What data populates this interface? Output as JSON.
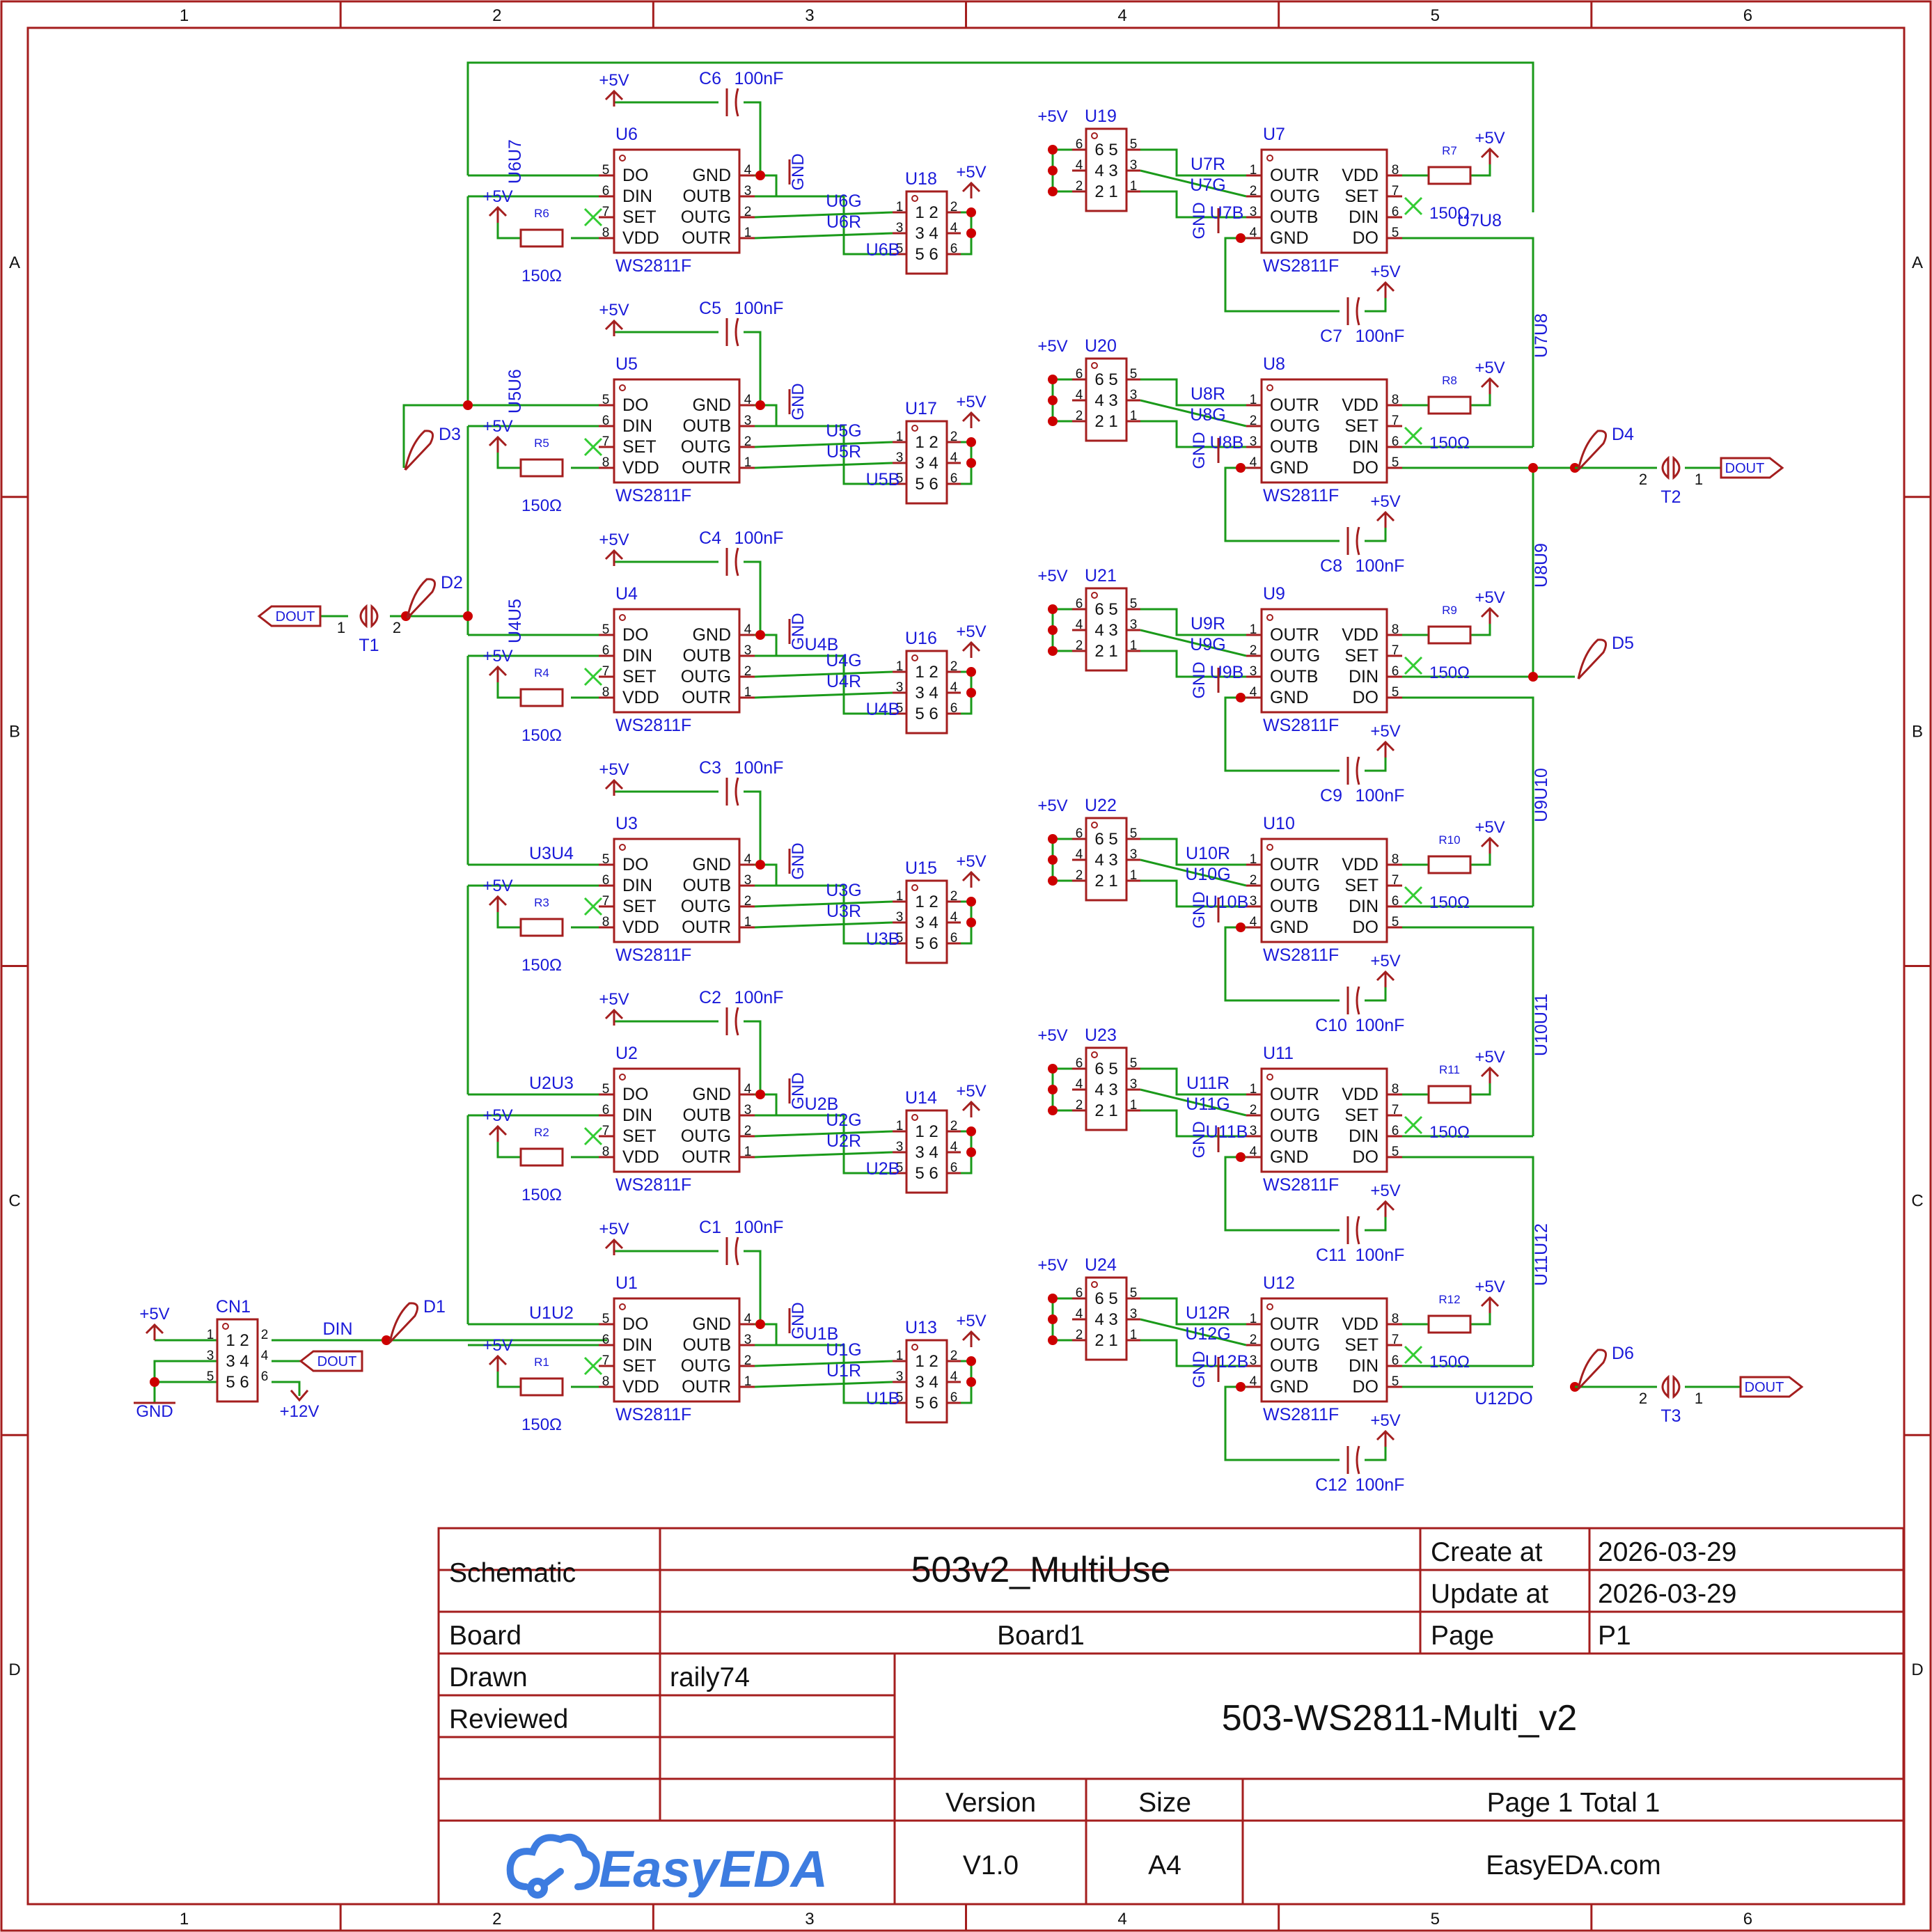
{
  "colors": {
    "border": "#a41e1e",
    "wire": "#1a9a1a",
    "net_label": "#1a1ad9",
    "text": "#111111",
    "junction": "#cc0000",
    "noconnect": "#33cc33",
    "logo": "#3d7ce0"
  },
  "frame": {
    "columns": [
      "1",
      "2",
      "3",
      "4",
      "5",
      "6"
    ],
    "rows": [
      "A",
      "B",
      "C",
      "D"
    ]
  },
  "ws_pins": {
    "left_names": [
      "DO",
      "DIN",
      "SET",
      "VDD"
    ],
    "left_nums": [
      "5",
      "6",
      "7",
      "8"
    ],
    "right_names": [
      "GND",
      "OUTB",
      "OUTG",
      "OUTR"
    ],
    "right_nums": [
      "4",
      "3",
      "2",
      "1"
    ]
  },
  "ws_pins_r": {
    "left_names": [
      "OUTR",
      "OUTG",
      "OUTB",
      "GND"
    ],
    "left_nums": [
      "1",
      "2",
      "3",
      "4"
    ],
    "right_names": [
      "VDD",
      "SET",
      "DIN",
      "DO"
    ],
    "right_nums": [
      "8",
      "7",
      "6",
      "5"
    ]
  },
  "hdr": {
    "left": [
      "1",
      "3",
      "5"
    ],
    "inner": [
      "1 2",
      "3 4",
      "5 6"
    ],
    "right": [
      "2",
      "4",
      "6"
    ]
  },
  "hdr_r": {
    "left": [
      "6",
      "4",
      "2"
    ],
    "inner": [
      "6 5",
      "4 3",
      "2 1"
    ],
    "right": [
      "5",
      "3",
      "1"
    ]
  },
  "labels": {
    "vcc": "+5V",
    "gnd": "GND",
    "v12": "+12V",
    "res": "150Ω",
    "cap": "100nF",
    "chip": "WS2811F",
    "dout": "DOUT",
    "din": "DIN"
  },
  "left_chips": [
    {
      "ref": "U6",
      "cap": "C6",
      "res": "R6",
      "hdr": "U18",
      "nets": [
        "U6G",
        "U6R",
        "U6B"
      ],
      "link": "U6U7",
      "b_note": ""
    },
    {
      "ref": "U5",
      "cap": "C5",
      "res": "R5",
      "hdr": "U17",
      "nets": [
        "U5G",
        "U5R",
        "U5B"
      ],
      "link": "U5U6",
      "b_note": ""
    },
    {
      "ref": "U4",
      "cap": "C4",
      "res": "R4",
      "hdr": "U16",
      "nets": [
        "U4G",
        "U4R",
        "U4B"
      ],
      "link": "U4U5",
      "b_note": "U4B"
    },
    {
      "ref": "U3",
      "cap": "C3",
      "res": "R3",
      "hdr": "U15",
      "nets": [
        "U3G",
        "U3R",
        "U3B"
      ],
      "link": "U3U4",
      "b_note": ""
    },
    {
      "ref": "U2",
      "cap": "C2",
      "res": "R2",
      "hdr": "U14",
      "nets": [
        "U2G",
        "U2R",
        "U2B"
      ],
      "link": "U2U3",
      "b_note": "U2B"
    },
    {
      "ref": "U1",
      "cap": "C1",
      "res": "R1",
      "hdr": "U13",
      "nets": [
        "U1G",
        "U1R",
        "U1B"
      ],
      "link": "U1U2",
      "b_note": "U1B"
    }
  ],
  "right_chips": [
    {
      "ref": "U7",
      "cap": "C7",
      "res": "R7",
      "hdr": "U19",
      "nets": [
        "U7R",
        "U7G",
        "U7B"
      ],
      "link": "U7U8"
    },
    {
      "ref": "U8",
      "cap": "C8",
      "res": "R8",
      "hdr": "U20",
      "nets": [
        "U8R",
        "U8G",
        "U8B"
      ],
      "link": "U8U9"
    },
    {
      "ref": "U9",
      "cap": "C9",
      "res": "R9",
      "hdr": "U21",
      "nets": [
        "U9R",
        "U9G",
        "U9B"
      ],
      "link": "U9U10"
    },
    {
      "ref": "U10",
      "cap": "C10",
      "res": "R10",
      "hdr": "U22",
      "nets": [
        "U10R",
        "U10G",
        "U10B"
      ],
      "link": "U10U11"
    },
    {
      "ref": "U11",
      "cap": "C11",
      "res": "R11",
      "hdr": "U23",
      "nets": [
        "U11R",
        "U11G",
        "U11B"
      ],
      "link": "U11U12"
    },
    {
      "ref": "U12",
      "cap": "C12",
      "res": "R12",
      "hdr": "U24",
      "nets": [
        "U12R",
        "U12G",
        "U12B"
      ],
      "link": "U12DO"
    }
  ],
  "diodes": [
    "D1",
    "D2",
    "D3",
    "D4",
    "D5",
    "D6"
  ],
  "jumpers": [
    "T1",
    "T2",
    "T3"
  ],
  "connector": "CN1",
  "title_block": {
    "schematic_label": "Schematic",
    "schematic_value": "503v2_MultiUse",
    "board_label": "Board",
    "board_value": "Board1",
    "create_label": "Create at",
    "create_value": "2026-03-29",
    "update_label": "Update at",
    "update_value": "2026-03-29",
    "page_label": "Page",
    "page_value": "P1",
    "drawn_label": "Drawn",
    "drawn_value": "raily74",
    "reviewed_label": "Reviewed",
    "project_title": "503-WS2811-Multi_v2",
    "version_label": "Version",
    "version_value": "V1.0",
    "size_label": "Size",
    "size_value": "A4",
    "page_total": "Page  1  Total  1",
    "site": "EasyEDA.com",
    "logo_text": "EasyEDA"
  }
}
